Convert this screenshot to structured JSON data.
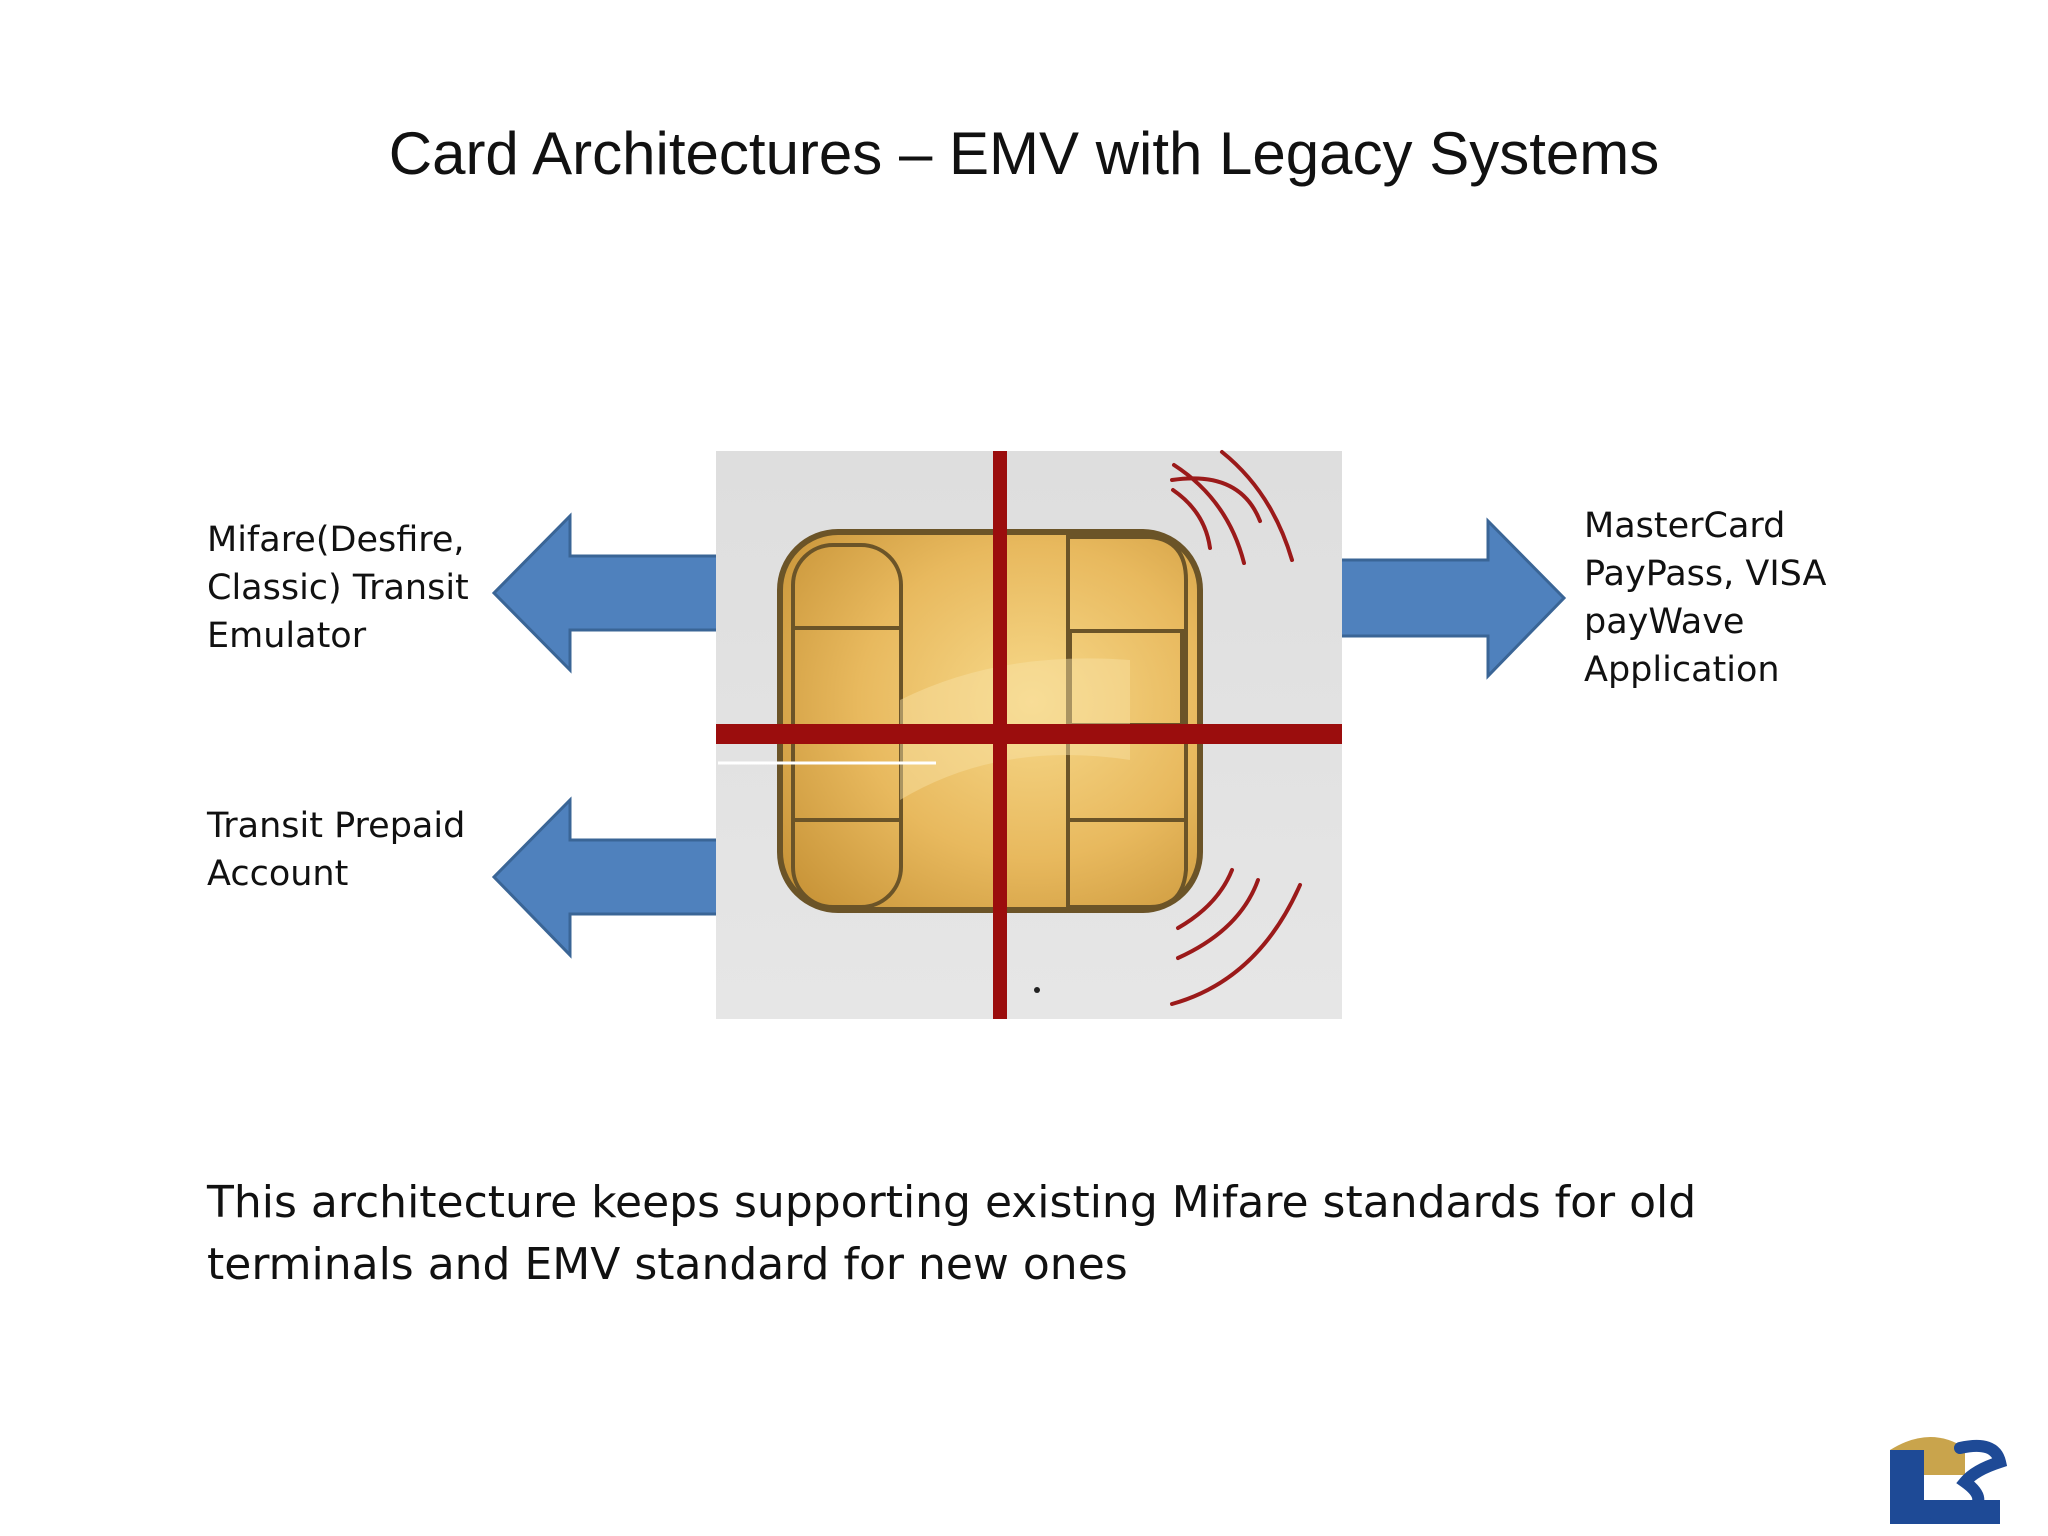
{
  "title": "Card Architectures – EMV with Legacy Systems",
  "labels": {
    "mifare": "Mifare(Desfire,\nClassic) Transit\nEmulator",
    "transit_prepaid": "Transit Prepaid\nAccount",
    "emv_apps": "MasterCard\nPayPass, VISA\npayWave\nApplication"
  },
  "caption": "This architecture keeps supporting existing Mifare standards for old terminals and EMV standard for new ones",
  "colors": {
    "arrow_fill": "#4f81bd",
    "arrow_stroke": "#3a6596",
    "chip_gold": "#e6b85c",
    "chip_outline": "#6b5428",
    "divider_red": "#9b0d0d",
    "logo_blue": "#1e4a96",
    "logo_gold": "#c9a44c"
  },
  "icons": {
    "chip": "emv-chip-icon",
    "contactless": "contactless-waves-icon",
    "logo": "company-logo-icon"
  }
}
